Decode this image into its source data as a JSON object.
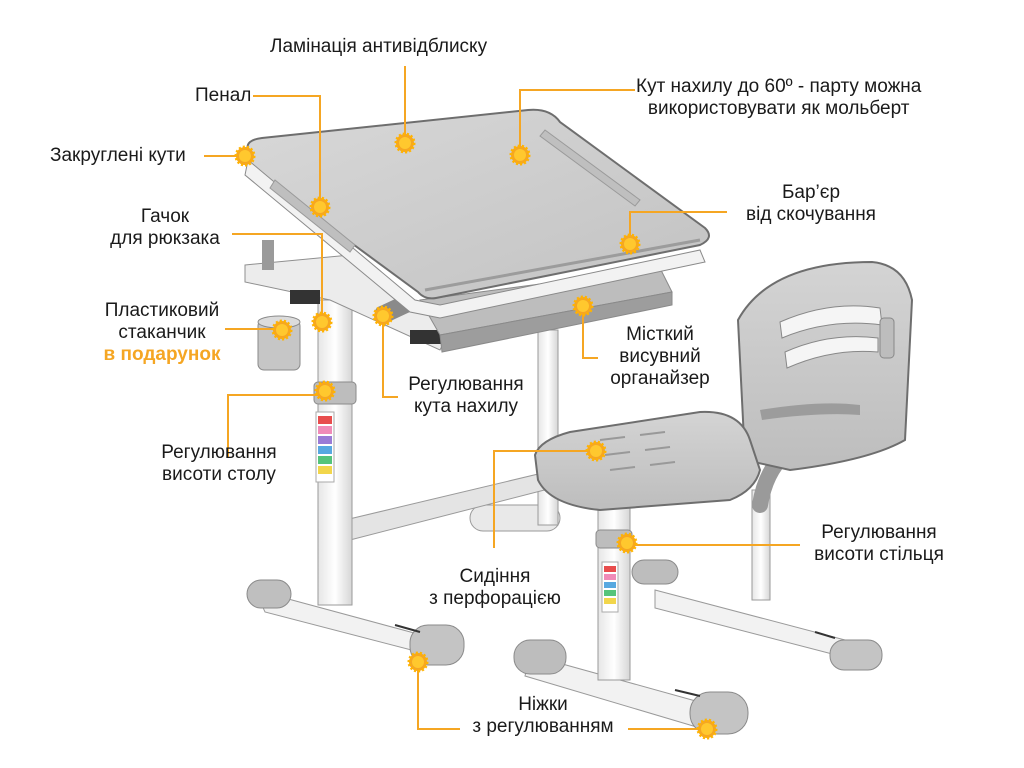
{
  "colors": {
    "accent": "#f5a623",
    "frame_white": "#f4f4f4",
    "panel_grey": "#c9c9c9",
    "dark_grey": "#8f8f8f",
    "outline": "#6e6e6e"
  },
  "labels": {
    "lamination": "Ламінація антивідблиску",
    "tilt_line1": "Кут нахилу до 60º - парту можна",
    "tilt_line2": "використовувати як мольберт",
    "pencil_case": "Пенал",
    "rounded_corners": "Закруглені кути",
    "hook_line1": "Гачок",
    "hook_line2": "для рюкзака",
    "cup_line1": "Пластиковий",
    "cup_line2": "стаканчик",
    "cup_gift": "в подарунок",
    "barrier_line1": "Бар’єр",
    "barrier_line2": "від скочування",
    "organizer_line1": "Місткий",
    "organizer_line2": "висувний",
    "organizer_line3": "органайзер",
    "angle_adj_line1": "Регулювання",
    "angle_adj_line2": "кута нахилу",
    "table_height_line1": "Регулювання",
    "table_height_line2": "висоти столу",
    "seat_line1": "Сидіння",
    "seat_line2": "з перфорацією",
    "chair_height_line1": "Регулювання",
    "chair_height_line2": "висоти стільця",
    "legs_line1": "Ніжки",
    "legs_line2": "з регулюванням"
  }
}
